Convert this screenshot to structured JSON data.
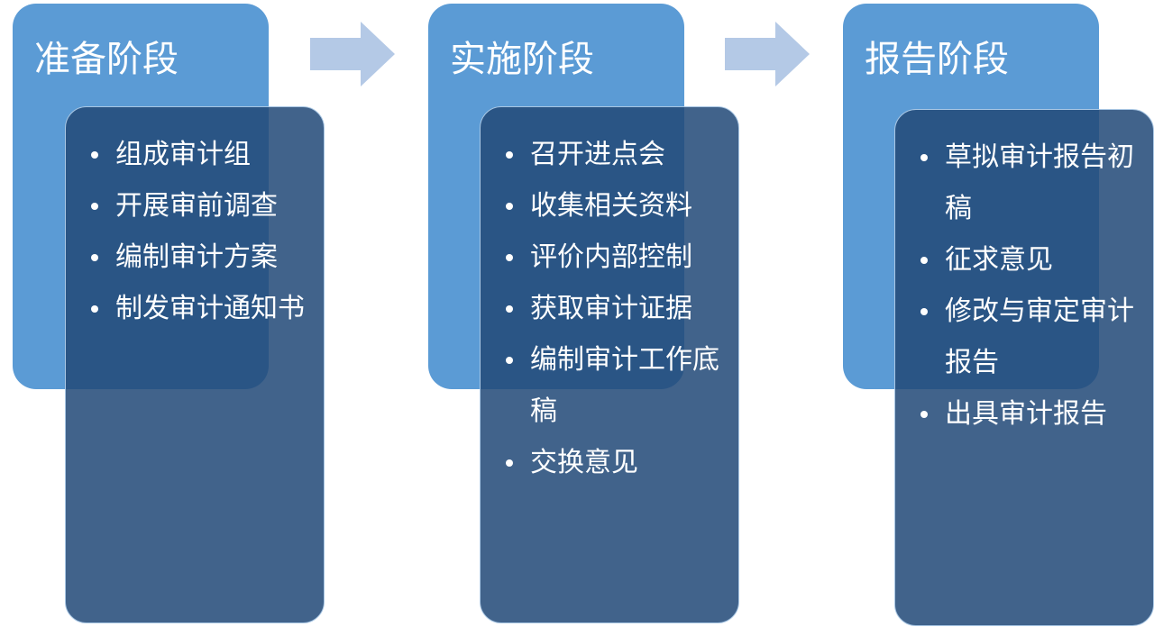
{
  "stages": [
    {
      "title": "准备阶段",
      "items": [
        "组成审计组",
        "开展审前调查",
        "编制审计方案",
        "制发审计通知书"
      ]
    },
    {
      "title": "实施阶段",
      "items": [
        "召开进点会",
        "收集相关资料",
        "评价内部控制",
        "获取审计证据",
        "编制审计工作底稿",
        "交换意见"
      ]
    },
    {
      "title": "报告阶段",
      "items": [
        "草拟审计报告初稿",
        "征求意见",
        "修改与审定审计报告",
        "出具审计报告"
      ]
    }
  ],
  "colors": {
    "header_fill": "#5b9bd5",
    "body_fill": "#224978",
    "arrow_fill": "#b4c9e6",
    "text": "#ffffff"
  }
}
